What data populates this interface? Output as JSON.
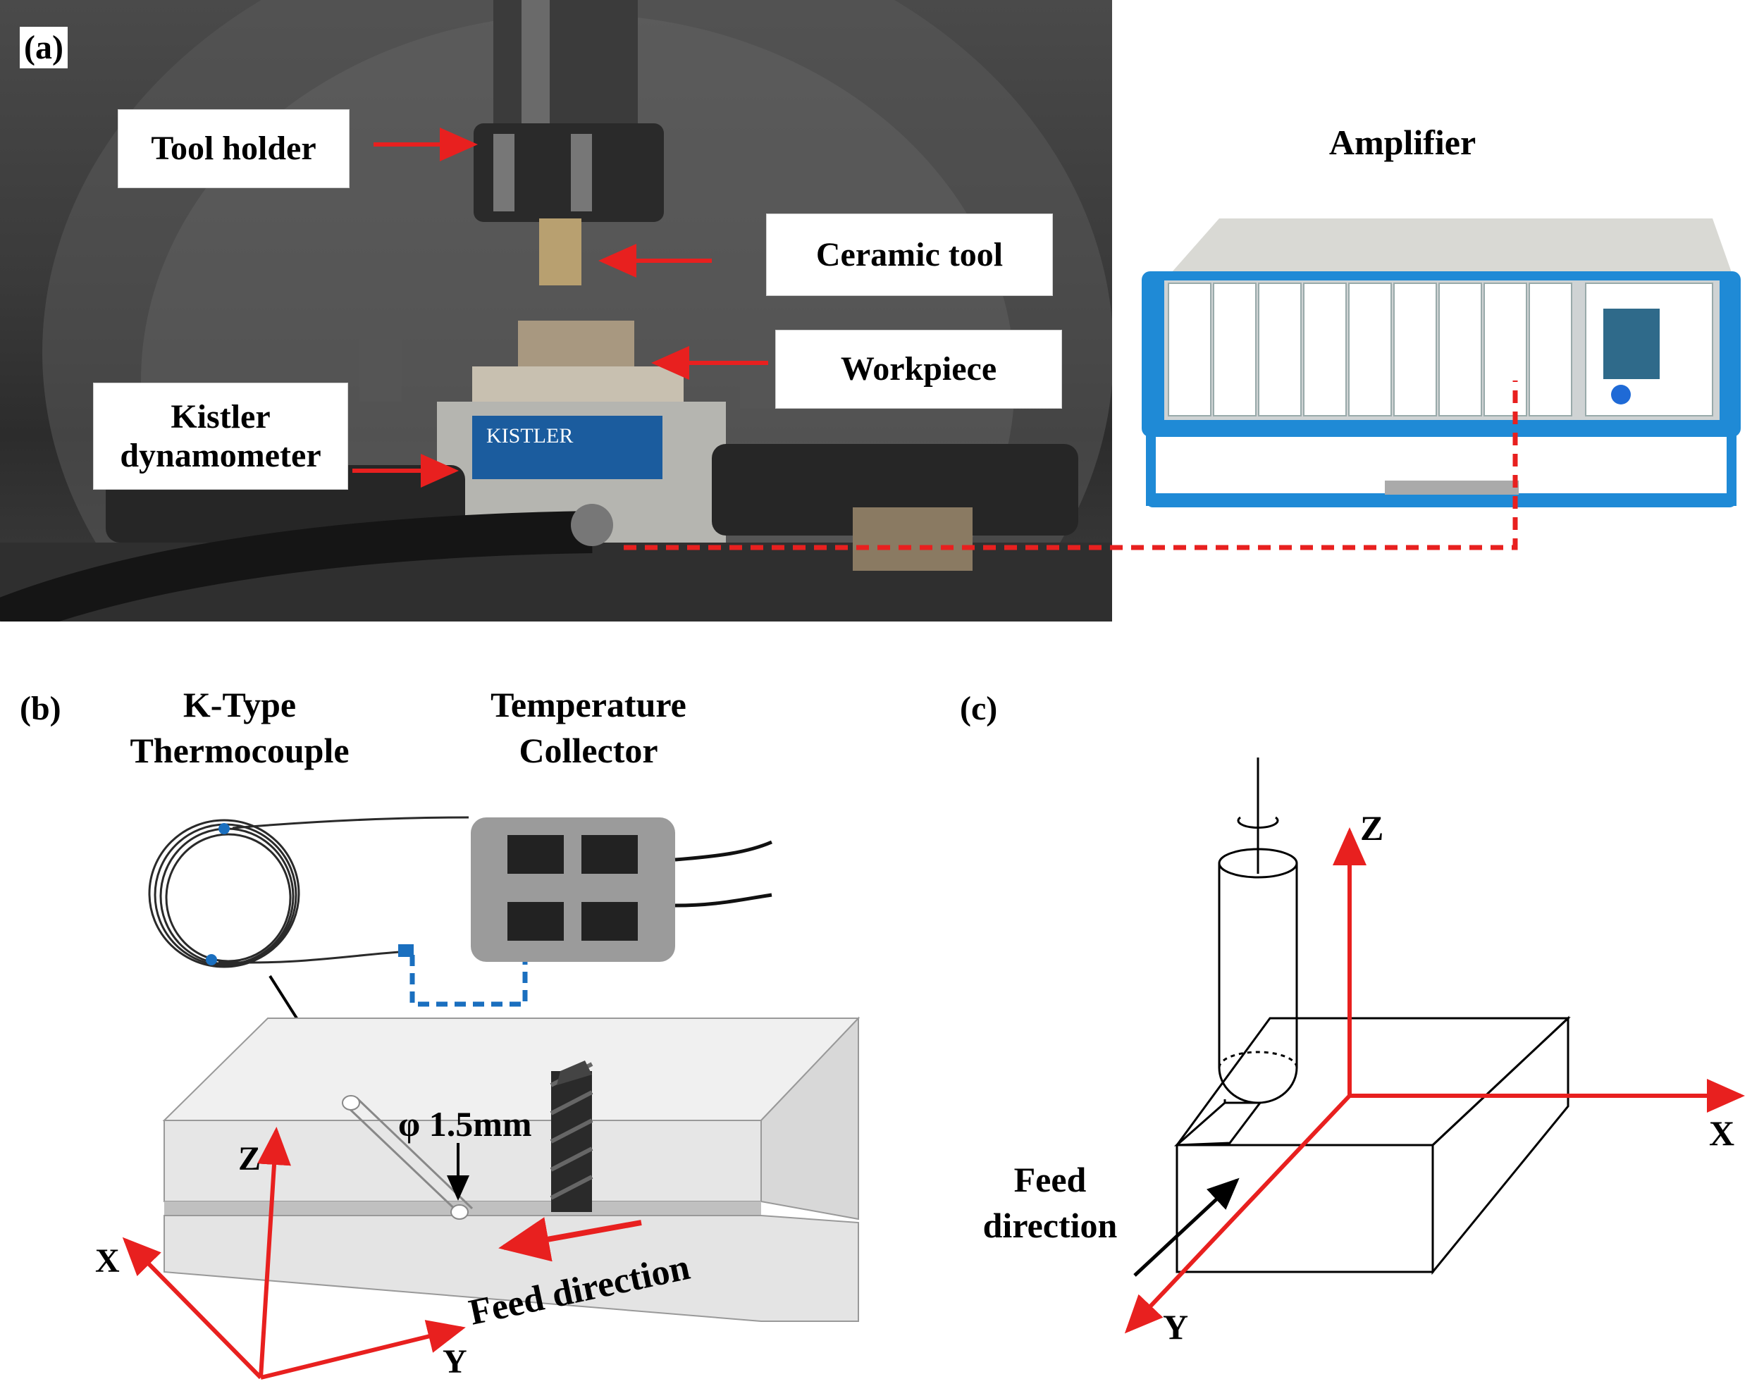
{
  "panel_a": {
    "letter": "(a)",
    "labels": {
      "tool_holder": "Tool holder",
      "ceramic_tool": "Ceramic tool",
      "workpiece": "Workpiece",
      "dynamometer": "Kistler dynamometer",
      "amplifier": "Amplifier"
    },
    "plate_text": "KISTLER"
  },
  "panel_b": {
    "letter": "(b)",
    "thermocouple": "K-Type Thermocouple",
    "collector": "Temperature Collector",
    "hole": "φ 1.5mm",
    "feed": "Feed direction",
    "axes": {
      "z": "Z",
      "x": "X",
      "y": "Y"
    }
  },
  "panel_c": {
    "letter": "(c)",
    "feed": "Feed direction",
    "axes": {
      "z": "Z",
      "x": "X",
      "y": "Y"
    }
  },
  "colors": {
    "arrow_red": "#e8201f",
    "cable_blue": "#1a6fbf",
    "amplifier_blue": "#1f8ad6"
  }
}
